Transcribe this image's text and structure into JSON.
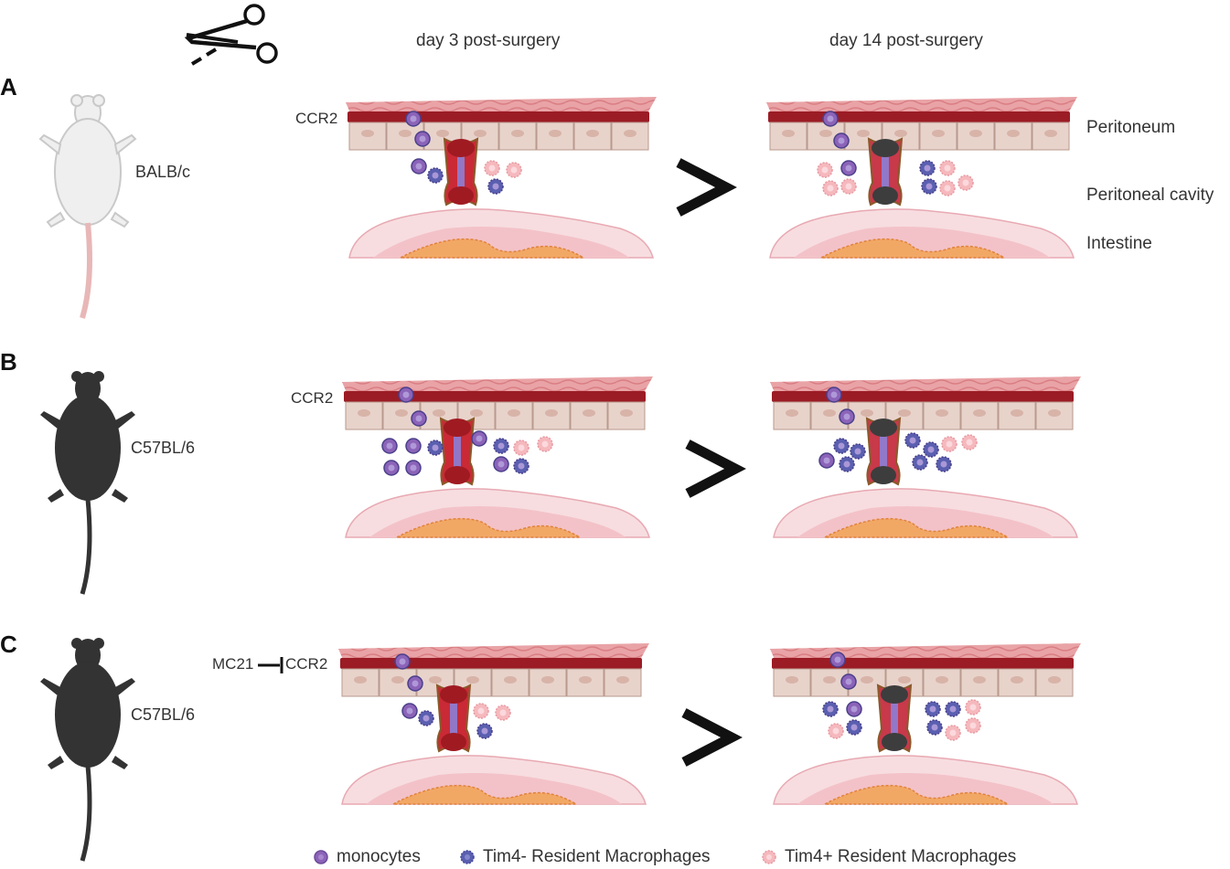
{
  "headers": {
    "day3": "day 3 post-surgery",
    "day14": "day 14 post-surgery"
  },
  "panels": [
    {
      "letter": "A",
      "strain": "BALB/c",
      "tag": "CCR2",
      "mouse_color": "#f2f2f2"
    },
    {
      "letter": "B",
      "strain": "C57BL/6",
      "tag": "CCR2",
      "mouse_color": "#333333"
    },
    {
      "letter": "C",
      "strain": "C57BL/6",
      "tag_prefix": "MC21",
      "tag": "CCR2",
      "mouse_color": "#333333"
    }
  ],
  "side_labels": {
    "peritoneum": "Peritoneum",
    "cavity": "Peritoneal cavity",
    "intestine": "Intestine"
  },
  "legend": [
    {
      "label": "monocytes",
      "color": "#8b63b8"
    },
    {
      "label": "Tim4- Resident Macrophages",
      "color": "#5a5fb0"
    },
    {
      "label": "Tim4+ Resident Macrophages",
      "color": "#f5b8bd"
    }
  ],
  "icons": {
    "surgery": "scissors-icon",
    "comparison": "greater-than-icon"
  }
}
